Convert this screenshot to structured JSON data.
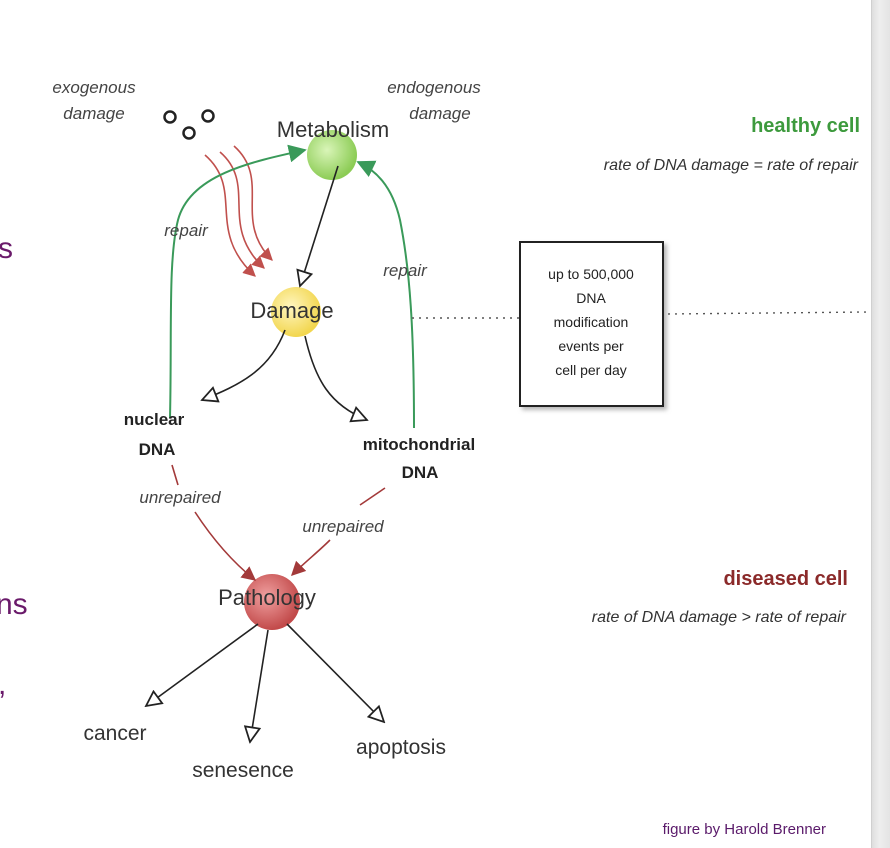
{
  "nodes": {
    "metabolism": "Metabolism",
    "damage": "Damage",
    "pathology": "Pathology"
  },
  "sources": {
    "exogenous": [
      "exogenous",
      "damage"
    ],
    "endogenous": [
      "endogenous",
      "damage"
    ]
  },
  "dna": {
    "nuclear": [
      "nuclear",
      "DNA"
    ],
    "mitochondrial": [
      "mitochondrial",
      "DNA"
    ]
  },
  "edge_labels": {
    "repair_left": "repair",
    "repair_right": "repair",
    "unrepaired_left": "unrepaired",
    "unrepaired_right": "unrepaired"
  },
  "outcomes": {
    "cancer": "cancer",
    "senesence": "senesence",
    "apoptosis": "apoptosis"
  },
  "callout": {
    "lines": [
      "up to 500,000",
      "DNA",
      "modification",
      "events per",
      "cell per day"
    ]
  },
  "status": {
    "healthy_title": "healthy cell",
    "healthy_desc": "rate of DNA damage = rate of repair",
    "diseased_title": "diseased cell",
    "diseased_desc": "rate of DNA damage > rate of repair"
  },
  "partial_left_text": [
    "s",
    "ns",
    ","
  ],
  "credit": "figure by Harold Brenner",
  "colors": {
    "repair_arrow": "#3a9a5a",
    "damage_arrow": "#c0504d",
    "unrepaired_arrow": "#a33a3a",
    "metabolism_node": "#a6dc72",
    "damage_node": "#f7e27a",
    "pathology_node": "#d46060",
    "healthy_title": "#3d9a3d",
    "diseased_title": "#8b2a2a",
    "side_text": "#6a1a6a"
  },
  "icons": [
    "molecule-circles-icon"
  ]
}
